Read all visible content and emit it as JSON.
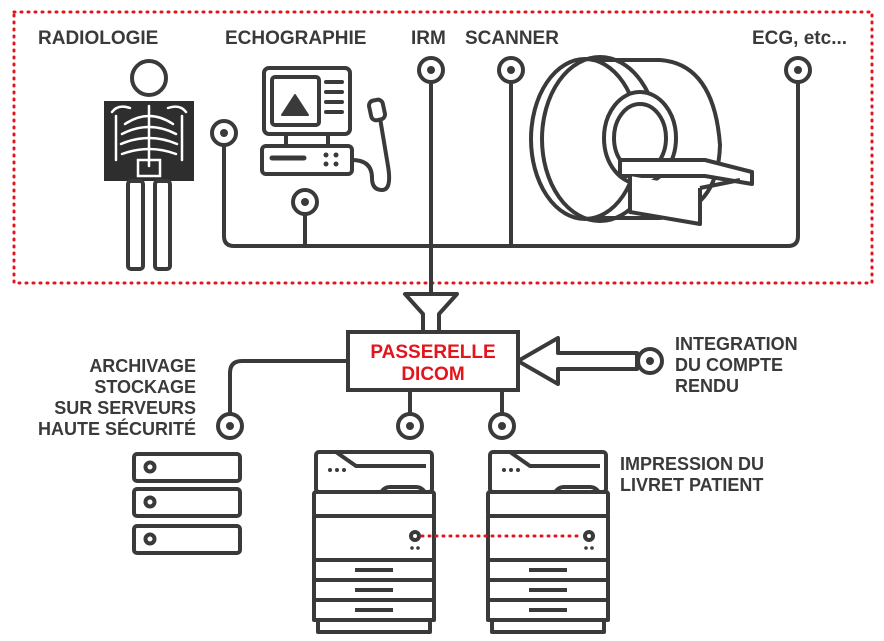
{
  "modalities": {
    "radiologie": "RADIOLOGIE",
    "echographie": "ECHOGRAPHIE",
    "irm": "IRM",
    "scanner": "SCANNER",
    "ecg": "ECG, etc..."
  },
  "gateway": {
    "line1": "PASSERELLE",
    "line2": "DICOM"
  },
  "archive": {
    "line1": "ARCHIVAGE",
    "line2": "STOCKAGE",
    "line3": "SUR SERVEURS",
    "line4": "HAUTE SÉCURITÉ"
  },
  "report": {
    "line1": "INTEGRATION",
    "line2": "DU COMPTE",
    "line3": "RENDU"
  },
  "print": {
    "line1": "IMPRESSION DU",
    "line2": "LIVRET PATIENT"
  },
  "colors": {
    "ink": "#3a3a3a",
    "accent": "#e3141b",
    "xray": "#2e2e2e"
  }
}
